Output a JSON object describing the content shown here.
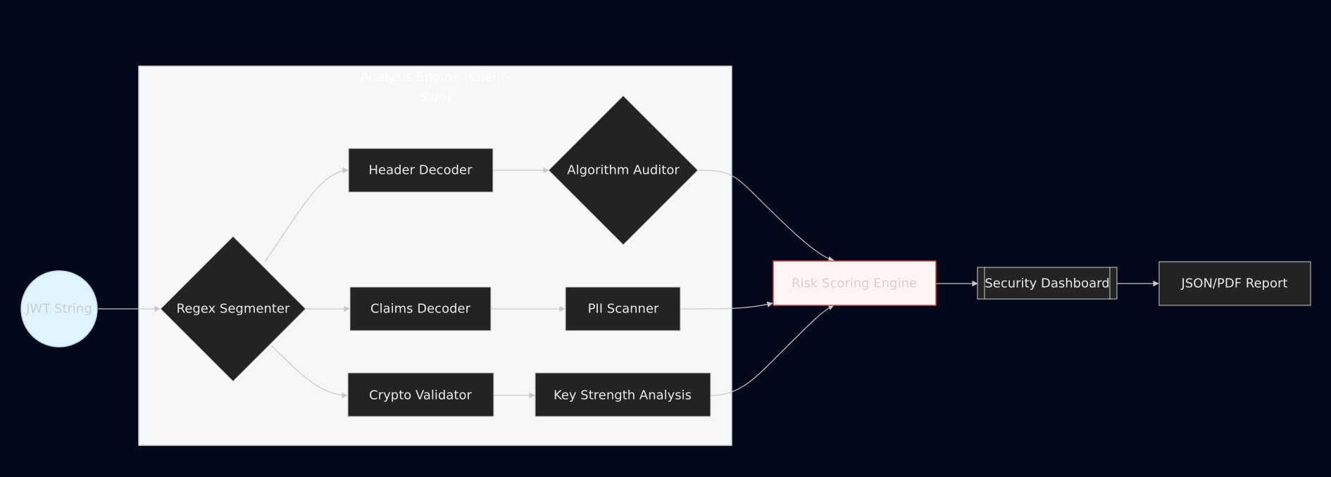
{
  "subgraph": {
    "title_line1": "Analysis Engine (Client-",
    "title_line2": "Side)"
  },
  "nodes": {
    "jwt_string": "JWT String",
    "regex_segmenter": "Regex Segmenter",
    "header_decoder": "Header Decoder",
    "algorithm_auditor": "Algorithm Auditor",
    "claims_decoder": "Claims Decoder",
    "pii_scanner": "PII Scanner",
    "crypto_validator": "Crypto Validator",
    "key_strength_analysis": "Key Strength Analysis",
    "risk_scoring_engine": "Risk Scoring Engine",
    "security_dashboard": "Security Dashboard",
    "json_pdf_report": "JSON/PDF Report"
  },
  "colors": {
    "background": "#03081a",
    "subgraph_fill": "#f6f7f9",
    "node_fill": "#222322",
    "edge": "#c8c8c8",
    "risk_fill": "#fff4f4",
    "risk_border": "#e0404a",
    "jwt_fill": "#e0f4fd"
  }
}
